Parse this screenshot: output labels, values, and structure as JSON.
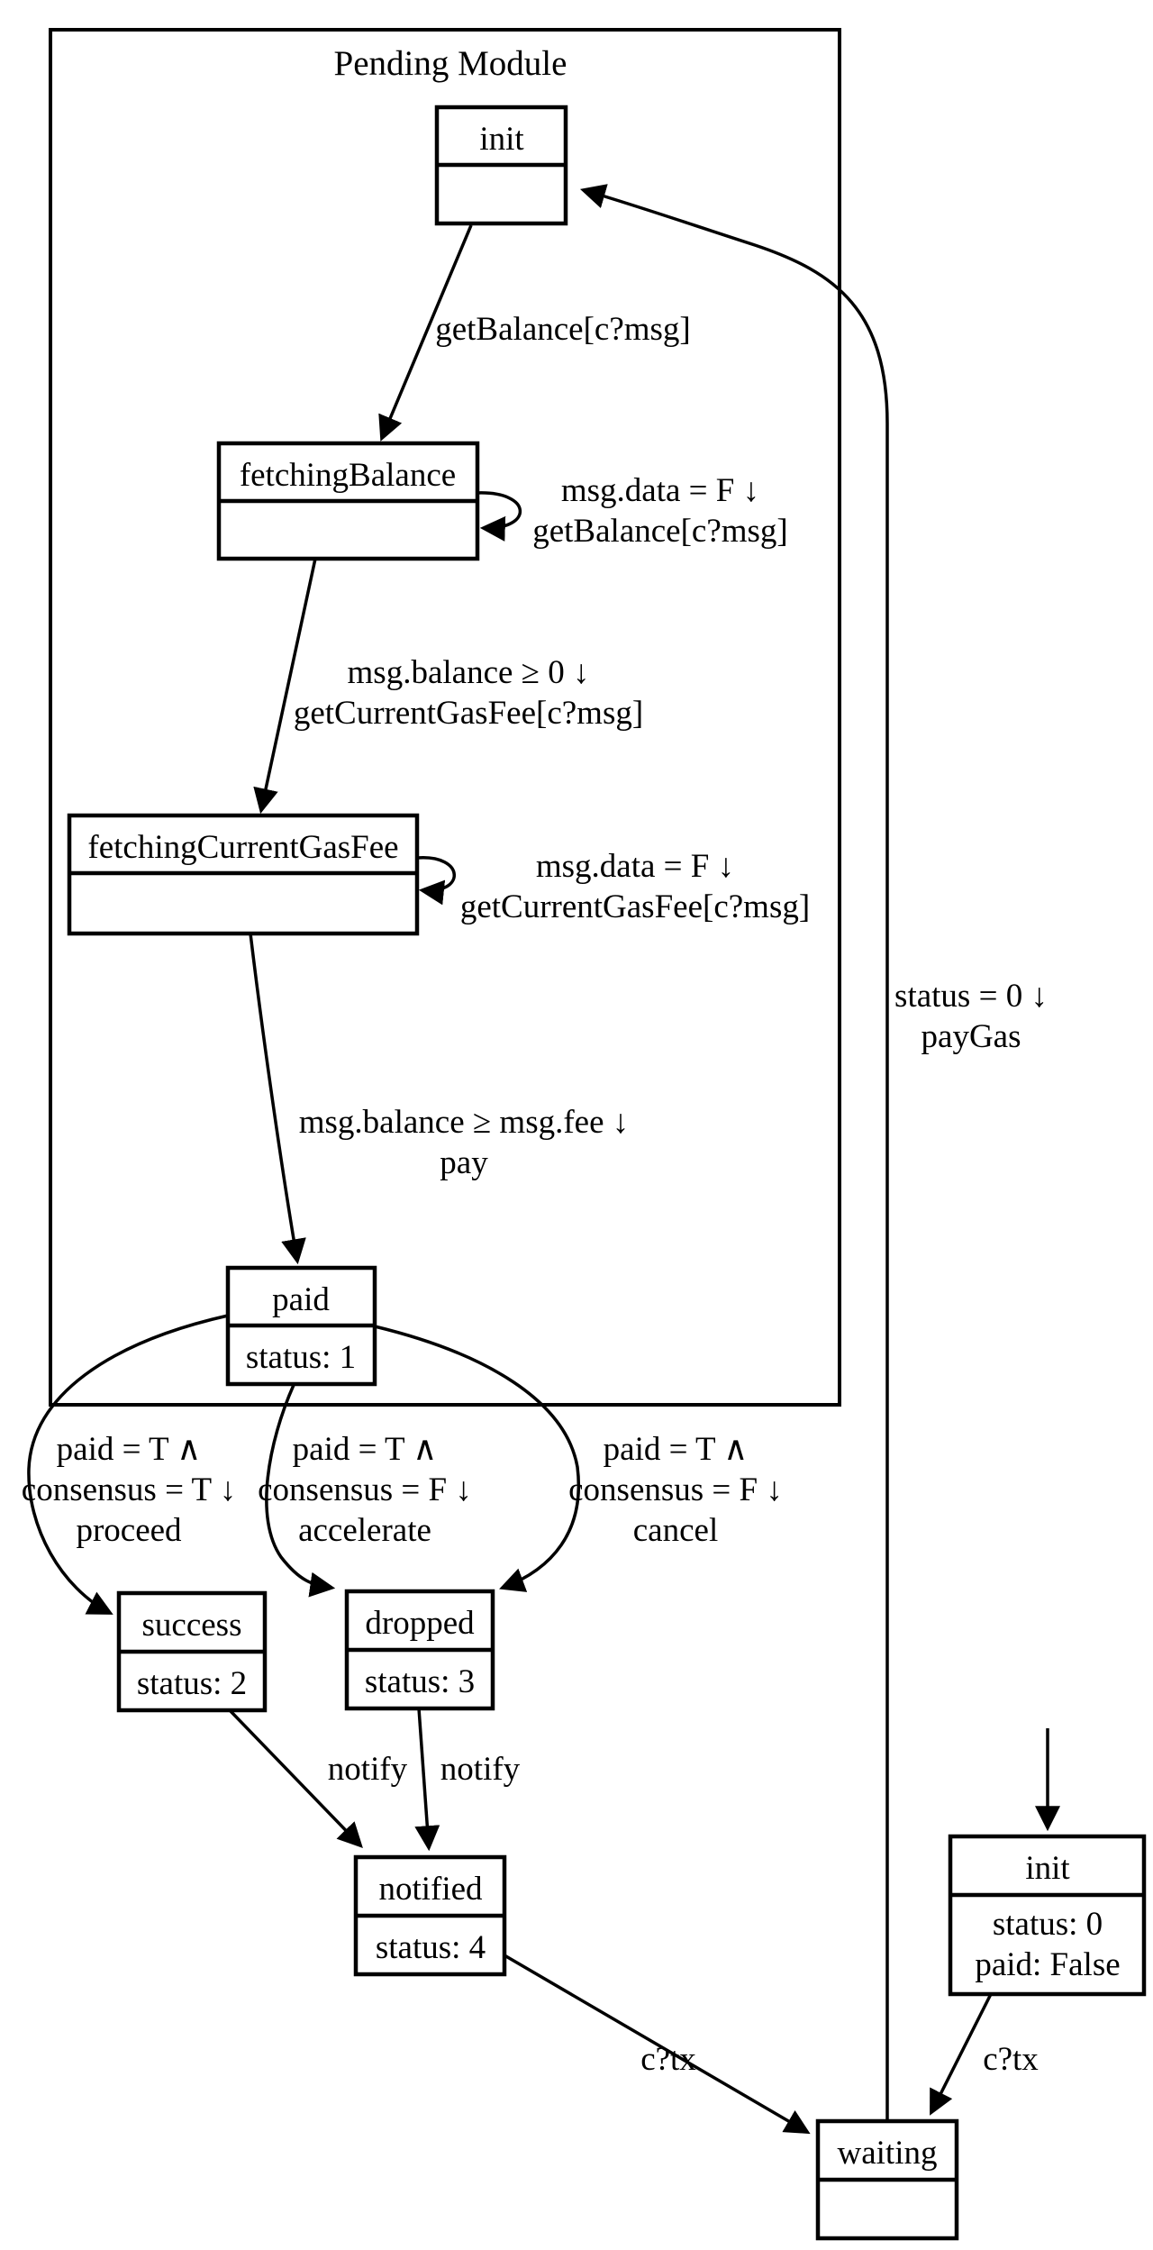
{
  "title": "Pending Module",
  "colors": {
    "line": "#000000",
    "background": "#ffffff",
    "text": "#000000"
  },
  "nodes": {
    "init_pending": {
      "title": "init",
      "fields": []
    },
    "fetching_balance": {
      "title": "fetchingBalance",
      "fields": []
    },
    "fetching_current_gas_fee": {
      "title": "fetchingCurrentGasFee",
      "fields": []
    },
    "paid": {
      "title": "paid",
      "fields": [
        "status: 1"
      ]
    },
    "success": {
      "title": "success",
      "fields": [
        "status: 2"
      ]
    },
    "dropped": {
      "title": "dropped",
      "fields": [
        "status: 3"
      ]
    },
    "notified": {
      "title": "notified",
      "fields": [
        "status: 4"
      ]
    },
    "init_outer": {
      "title": "init",
      "fields": [
        "status: 0",
        "paid: False"
      ]
    },
    "waiting": {
      "title": "waiting",
      "fields": []
    }
  },
  "edges": {
    "get_balance": {
      "lines": [
        "getBalance[c?msg]"
      ]
    },
    "fetching_balance_loop": {
      "lines": [
        "msg.data = F ↓",
        "getBalance[c?msg]"
      ]
    },
    "get_current_gas_fee": {
      "lines": [
        "msg.balance ≥ 0 ↓",
        "getCurrentGasFee[c?msg]"
      ]
    },
    "fetching_gas_fee_loop": {
      "lines": [
        "msg.data = F ↓",
        "getCurrentGasFee[c?msg]"
      ]
    },
    "pay": {
      "lines": [
        "msg.balance ≥ msg.fee ↓",
        "pay"
      ]
    },
    "proceed": {
      "lines": [
        "paid = T ∧",
        "consensus = T ↓",
        "proceed"
      ]
    },
    "accelerate": {
      "lines": [
        "paid = T ∧",
        "consensus = F ↓",
        "accelerate"
      ]
    },
    "cancel": {
      "lines": [
        "paid = T ∧",
        "consensus = F ↓",
        "cancel"
      ]
    },
    "notify_success": {
      "lines": [
        "notify"
      ]
    },
    "notify_dropped": {
      "lines": [
        "notify"
      ]
    },
    "ctx_notified": {
      "lines": [
        "c?tx"
      ]
    },
    "ctx_init": {
      "lines": [
        "c?tx"
      ]
    },
    "pay_gas": {
      "lines": [
        "status = 0 ↓",
        "payGas"
      ]
    }
  }
}
